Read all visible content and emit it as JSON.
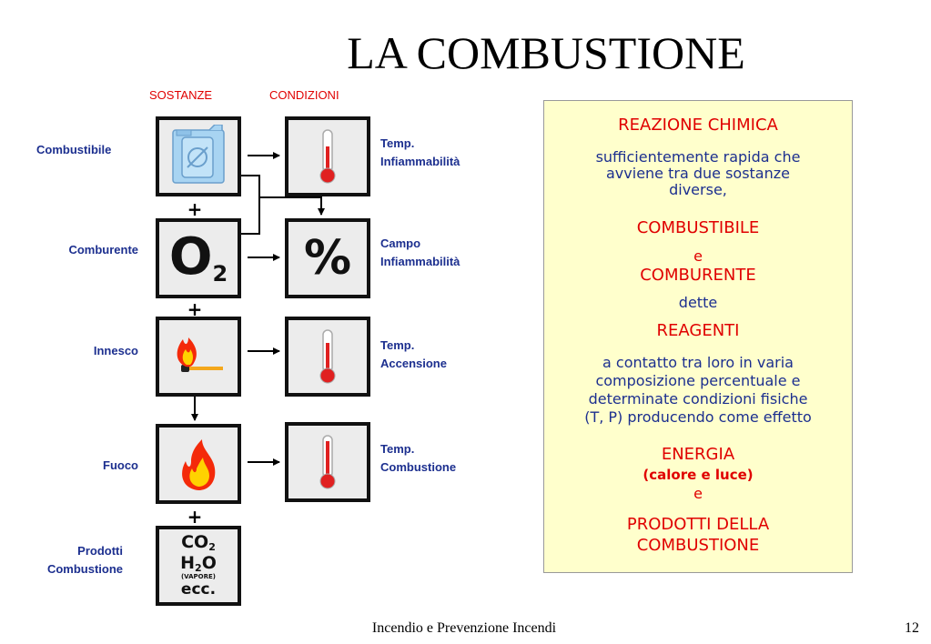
{
  "title": "LA COMBUSTIONE",
  "columns": {
    "substances": "SOSTANZE",
    "conditions": "CONDIZIONI"
  },
  "substances": [
    {
      "label": "Combustibile",
      "icon": "fuel-canister-icon"
    },
    {
      "label": "Comburente",
      "icon": "oxygen-o2-icon"
    },
    {
      "label": "Innesco",
      "icon": "match-flame-icon"
    },
    {
      "label": "Fuoco",
      "icon": "fire-icon"
    },
    {
      "label_line1": "Prodotti",
      "label_line2": "Combustione",
      "icon": "combustion-products-icon",
      "products": {
        "co": "CO",
        "co_sub": "2",
        "h": "H",
        "h_sub": "2",
        "o": "O",
        "vapore": "(VAPORE)",
        "ecc": "ecc."
      }
    }
  ],
  "plus_sign": "+",
  "conditions": [
    {
      "line1": "Temp.",
      "line2": "Infiammabilità",
      "icon": "thermometer-icon"
    },
    {
      "line1": "Campo",
      "line2": "Infiammabilità",
      "icon": "percent-icon",
      "symbol": "%"
    },
    {
      "line1": "Temp.",
      "line2": "Accensione",
      "icon": "thermometer-icon"
    },
    {
      "line1": "Temp.",
      "line2": "Combustione",
      "icon": "thermometer-icon"
    }
  ],
  "o2": {
    "letter": "O",
    "sub": "2"
  },
  "panel": {
    "heading": "REAZIONE CHIMICA",
    "desc_lines": [
      "sufficientemente rapida che",
      "avviene tra due sostanze",
      "diverse,"
    ],
    "combustibile": "COMBUSTIBILE",
    "e1": "e",
    "comburente": "COMBURENTE",
    "dette": "dette",
    "reagenti": "REAGENTI",
    "contact_lines": [
      "a contatto tra loro in varia",
      "composizione percentuale e",
      "determinate condizioni fisiche",
      "(T, P) producendo come effetto"
    ],
    "energia": "ENERGIA",
    "calore": "(calore e luce)",
    "e2": "e",
    "prodotti_line1": "PRODOTTI DELLA",
    "prodotti_line2": "COMBUSTIONE"
  },
  "colors": {
    "accent_red": "#e00000",
    "label_blue": "#1c2f8f",
    "panel_bg": "#ffffcc"
  },
  "footer": {
    "text": "Incendio e Prevenzione Incendi",
    "page": "12"
  }
}
